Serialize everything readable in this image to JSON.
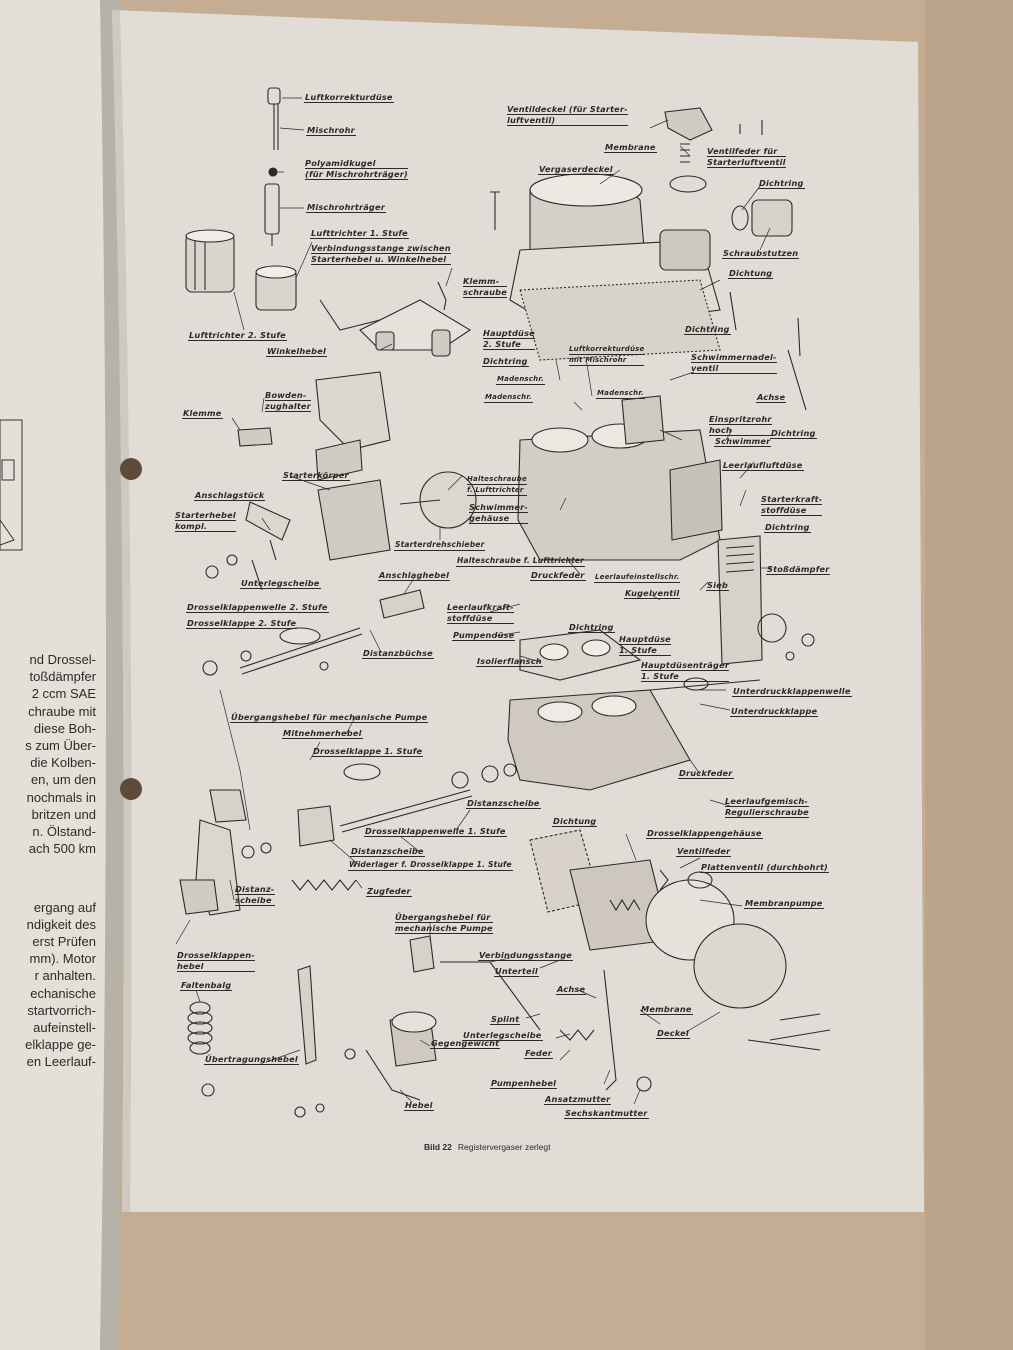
{
  "left_page": {
    "lines": [
      "nd Drossel-",
      "toßdämpfer",
      "2 ccm SAE",
      "chraube mit",
      "diese Boh-",
      "s zum Über-",
      "die Kolben-",
      "en, um den",
      "nochmals in",
      "britzen und",
      "n. Ölstand-",
      "ach 500 km",
      "",
      "ergang auf",
      "ndigkeit des",
      "erst Prüfen",
      "mm). Motor",
      "r anhalten.",
      "echanische",
      "startvorrich-",
      "aufeinstell-",
      "elklappe ge-",
      "en Leerlauf-"
    ]
  },
  "diagram": {
    "labels": {
      "luftkorrekturduese": "Luftkorrekturdüse",
      "mischrohr": "Mischrohr",
      "polyamidkugel_1": "Polyamidkugel",
      "polyamidkugel_2": "(für Mischrohrträger)",
      "mischrohrtraeger": "Mischrohrträger",
      "lufttrichter_1": "Lufttrichter 1. Stufe",
      "verbindungsstange_1": "Verbindungsstange zwischen",
      "verbindungsstange_2": "Starterhebel u. Winkelhebel",
      "klemmschraube_1": "Klemm-",
      "klemmschraube_2": "schraube",
      "lufttrichter_2": "Lufttrichter 2. Stufe",
      "winkelhebel": "Winkelhebel",
      "ventildeckel_1": "Ventildeckel (für Starter-",
      "ventildeckel_2": "luftventil)",
      "membrane_top": "Membrane",
      "ventilfeder_1": "Ventilfeder für",
      "ventilfeder_2": "Starterluftventil",
      "vergaserdeckel": "Vergaserdeckel",
      "dichtring_top": "Dichtring",
      "schraubstutzen": "Schraubstutzen",
      "dichtung_top": "Dichtung",
      "dichtring_2": "Dichtring",
      "hauptduese_2_1": "Hauptdüse",
      "hauptduese_2_2": "2. Stufe",
      "luftkorrektur_mischrohr_1": "Luftkorrekturdüse",
      "luftkorrektur_mischrohr_2": "mit Mischrohr",
      "schwimmernadelventil_1": "Schwimmernadel-",
      "schwimmernadelventil_2": "ventil",
      "dichtring_3": "Dichtring",
      "madenschraube_1": "Madenschr.",
      "madenschraube_2": "Madenschr.",
      "madenschraube_3": "Madenschr.",
      "achse_top": "Achse",
      "einspritzrohr_1": "Einspritzrohr",
      "einspritzrohr_2": "hoch",
      "schwimmer": "Schwimmer",
      "dichtring_4": "Dichtring",
      "bowdenzughalter_1": "Bowden-",
      "bowdenzughalter_2": "zughalter",
      "klemme": "Klemme",
      "starterkoerper": "Starterkörper",
      "halteschraube_1": "Halteschraube",
      "halteschraube_2": "f. Lufttrichter",
      "leerlaufluftduese": "Leerlaufluftdüse",
      "anschlagstueck": "Anschlagstück",
      "starterhebel_1": "Starterhebel",
      "starterhebel_2": "kompl.",
      "schwimmergehaeuse_1": "Schwimmer-",
      "schwimmergehaeuse_2": "gehäuse",
      "starterkraftstoffduese_1": "Starterkraft-",
      "starterkraftstoffduese_2": "stoffdüse",
      "dichtring_5": "Dichtring",
      "starterdrehschieber": "Starterdrehschieber",
      "halteschraube_lufttrichter": "Halteschraube f. Lufttrichter",
      "unterlegscheibe_1": "Unterlegscheibe",
      "anschlaghebel": "Anschlaghebel",
      "druckfeder_1": "Druckfeder",
      "leerlaufeinstellschraube": "Leerlaufeinstellschr.",
      "stossdaempfer": "Stoßdämpfer",
      "drosselklappenwelle_2": "Drosselklappenwelle 2. Stufe",
      "drosselklappe_2": "Drosselklappe 2. Stufe",
      "leerlaufkraftstoffduese_1": "Leerlaufkraft-",
      "leerlaufkraftstoffduese_2": "stoffdüse",
      "pumpenduese": "Pumpendüse",
      "kugelventil": "Kugelventil",
      "sieb": "Sieb",
      "dichtring_6": "Dichtring",
      "hauptduese_1_1": "Hauptdüse",
      "hauptduese_1_2": "1. Stufe",
      "distanzbuechse": "Distanzbüchse",
      "isolierflansch": "Isolierflansch",
      "hauptduesentraeger_1": "Hauptdüsenträger",
      "hauptduesentraeger_2": "1. Stufe",
      "unterdruckklappenwelle": "Unterdruckklappenwelle",
      "unterdruckklappe": "Unterdruckklappe",
      "uebergangshebel_pumpe": "Übergangshebel für mechanische Pumpe",
      "mitnehmerhebel": "Mitnehmerhebel",
      "drosselklappe_1": "Drosselklappe 1. Stufe",
      "druckfeder_2": "Druckfeder",
      "leerlaufgemisch_1": "Leerlaufgemisch-",
      "leerlaufgemisch_2": "Regulierschraube",
      "distanzscheibe_1": "Distanzscheibe",
      "drosselklappenwelle_1": "Drosselklappenwelle 1. Stufe",
      "drosselklappengehaeuse": "Drosselklappengehäuse",
      "dichtung_2": "Dichtung",
      "distanzscheibe_2": "Distanzscheibe",
      "widerlager": "Widerlager f. Drosselklappe 1. Stufe",
      "ventilfeder": "Ventilfeder",
      "plattenventil": "Plattenventil (durchbohrt)",
      "distanzscheibe_3_1": "Distanz-",
      "distanzscheibe_3_2": "scheibe",
      "zugfeder": "Zugfeder",
      "membranpumpe": "Membranpumpe",
      "uebergangshebel_2_1": "Übergangshebel für",
      "uebergangshebel_2_2": "mechanische Pumpe",
      "drosselklappenhebel_1": "Drosselklappen-",
      "drosselklappenhebel_2": "hebel",
      "verbindungsstange": "Verbindungsstange",
      "unterteil": "Unterteil",
      "faltenbalg": "Faltenbalg",
      "achse_bottom": "Achse",
      "membrane_bottom": "Membrane",
      "splint": "Splint",
      "unterlegscheibe_2": "Unterlegscheibe",
      "deckel": "Deckel",
      "uebertragungshebel": "Übertragungshebel",
      "gegengewicht": "Gegengewicht",
      "feder": "Feder",
      "pumpenhebel": "Pumpenhebel",
      "ansatzmutter": "Ansatzmutter",
      "sechskantmutter": "Sechskantmutter",
      "hebel": "Hebel"
    }
  },
  "caption": {
    "figure": "Bild 22",
    "text": "Registervergaser zerlegt"
  }
}
